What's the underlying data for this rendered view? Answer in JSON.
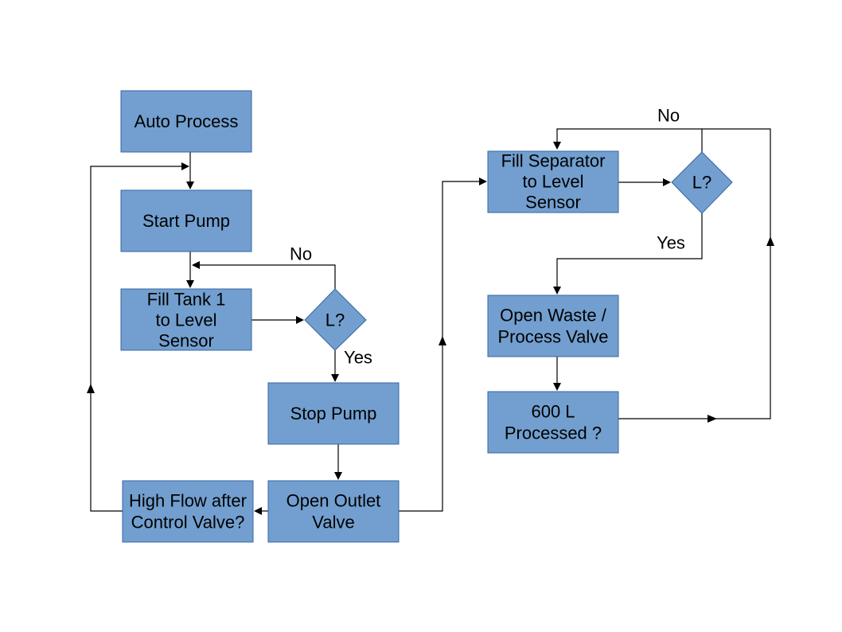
{
  "nodes": {
    "auto_process": {
      "lines": [
        "Auto Process"
      ]
    },
    "start_pump": {
      "lines": [
        "Start Pump"
      ]
    },
    "fill_tank1": {
      "lines": [
        "Fill Tank 1",
        "to Level",
        "Sensor"
      ]
    },
    "level_check_1": {
      "lines": [
        "L?"
      ]
    },
    "stop_pump": {
      "lines": [
        "Stop Pump"
      ]
    },
    "open_outlet": {
      "lines": [
        "Open Outlet",
        "Valve"
      ]
    },
    "high_flow": {
      "lines": [
        "High Flow after",
        "Control Valve?"
      ]
    },
    "fill_separator": {
      "lines": [
        "Fill Separator",
        "to Level",
        "Sensor"
      ]
    },
    "level_check_2": {
      "lines": [
        "L?"
      ]
    },
    "open_waste": {
      "lines": [
        "Open Waste /",
        "Process Valve"
      ]
    },
    "processed_600": {
      "lines": [
        "600 L",
        "Processed ?"
      ]
    }
  },
  "edge_labels": {
    "no_1": "No",
    "yes_1": "Yes",
    "no_2": "No",
    "yes_2": "Yes"
  },
  "colors": {
    "box_fill": "#729fcf",
    "box_stroke": "#3465a4",
    "line": "#000000"
  }
}
